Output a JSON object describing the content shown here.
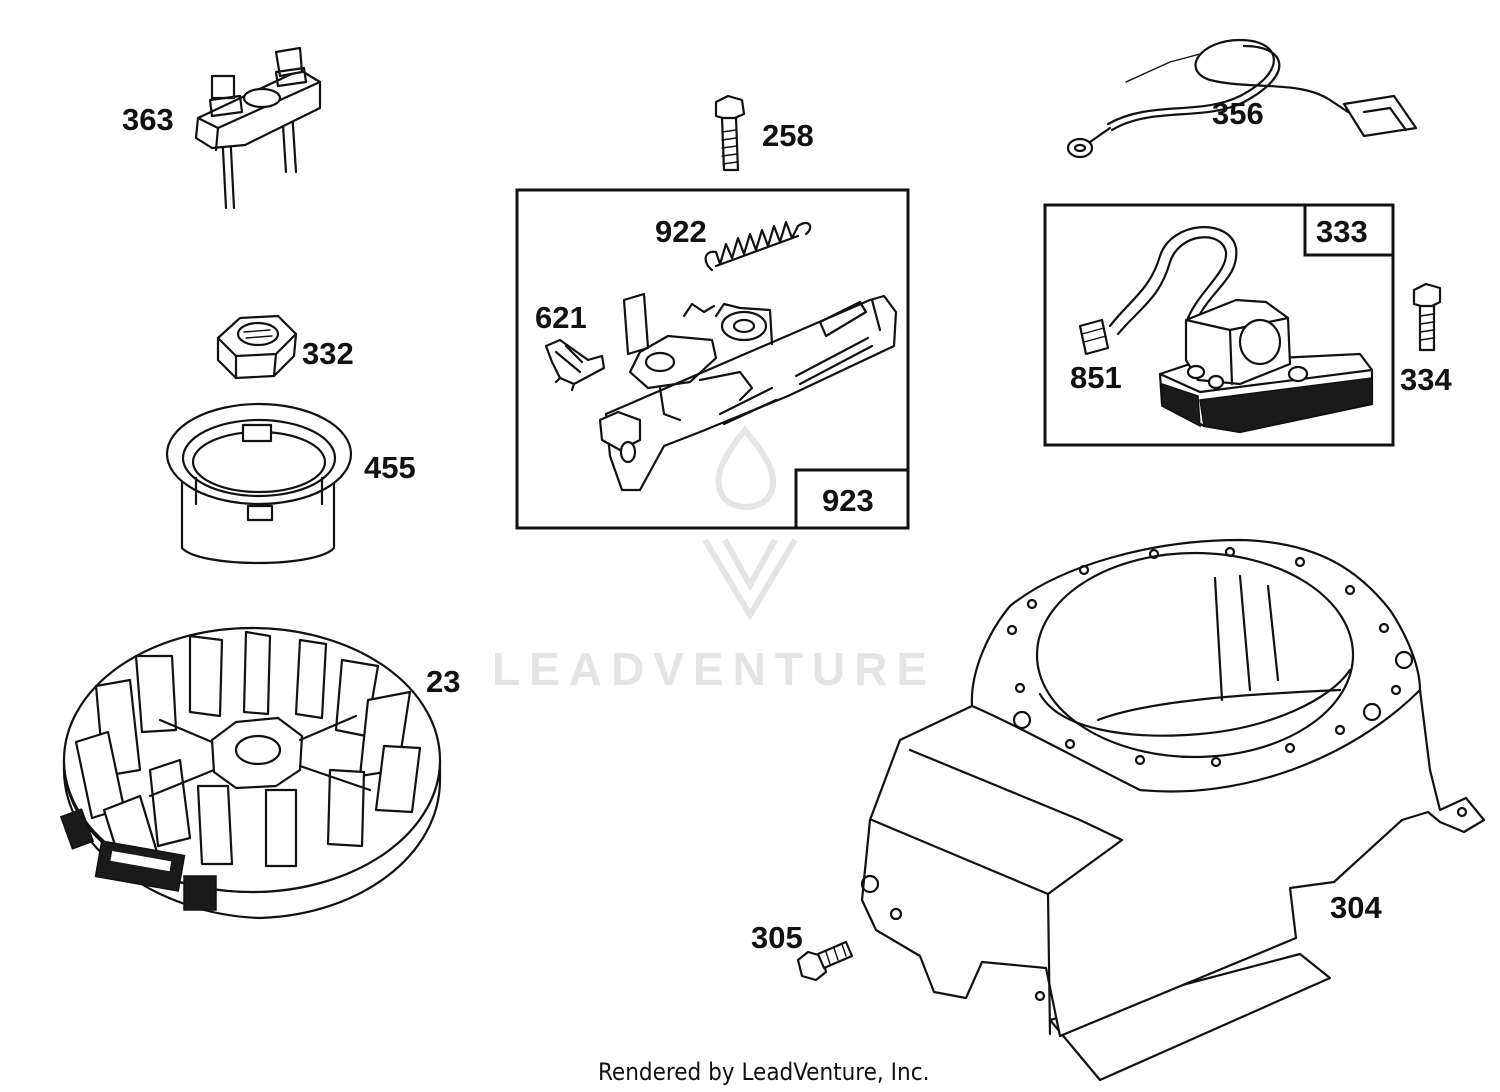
{
  "watermark": {
    "text": "LEADVENTURE",
    "color": "#c8c8c8"
  },
  "footer": {
    "text": "Rendered by LeadVenture, Inc."
  },
  "callouts": {
    "p363": "363",
    "p332": "332",
    "p455": "455",
    "p23": "23",
    "p258": "258",
    "p922": "922",
    "p621": "621",
    "p923": "923",
    "p356": "356",
    "p333": "333",
    "p851": "851",
    "p334": "334",
    "p304": "304",
    "p305": "305"
  },
  "colors": {
    "line": "#111111",
    "background": "#ffffff"
  }
}
